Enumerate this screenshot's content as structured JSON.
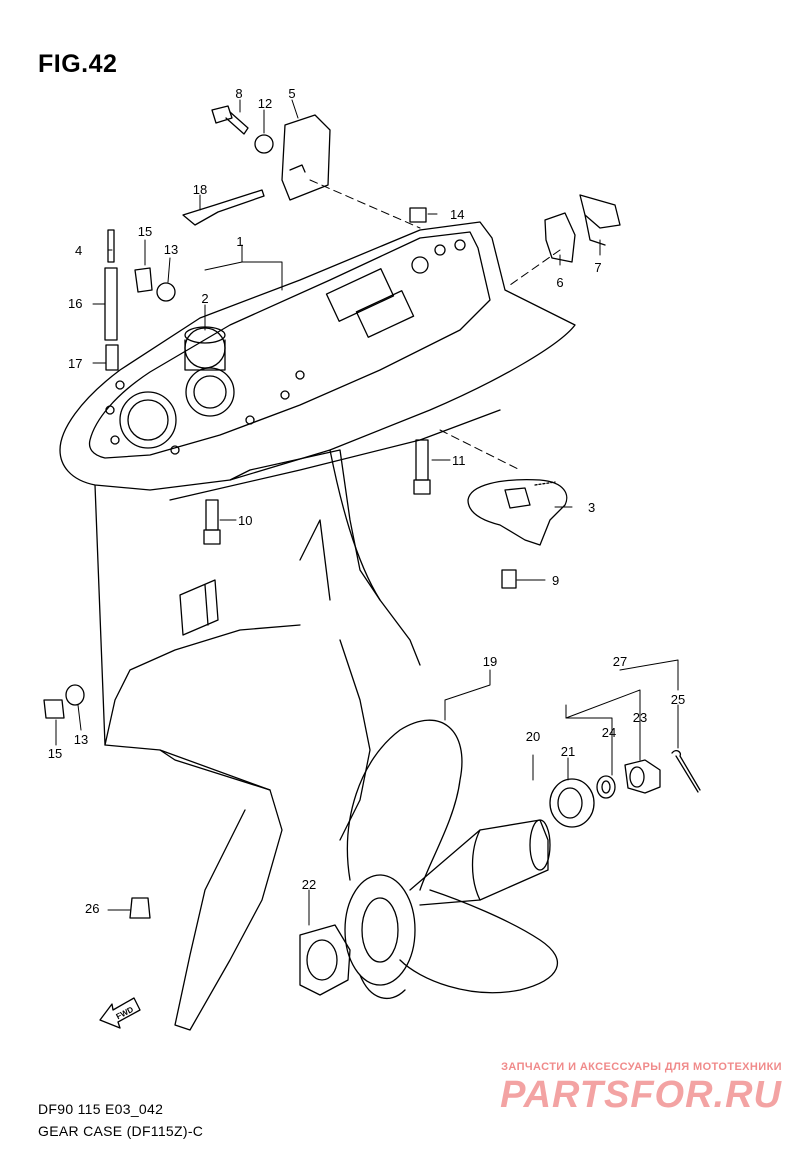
{
  "figure": {
    "title": "FIG.42",
    "code": "DF90 115 E03_042",
    "name": "GEAR CASE (DF115Z)-C"
  },
  "callouts": [
    "1",
    "2",
    "3",
    "4",
    "5",
    "6",
    "7",
    "8",
    "9",
    "10",
    "11",
    "12",
    "13",
    "14",
    "15",
    "16",
    "17",
    "18",
    "19",
    "20",
    "21",
    "22",
    "23",
    "24",
    "25",
    "26",
    "27",
    "15",
    "13"
  ],
  "fwd_marker": "FWD",
  "watermark": {
    "tagline": "ЗАПЧАСТИ И АКСЕССУАРЫ ДЛЯ МОТОТЕХНИКИ",
    "logo": "PARTSFOR.RU"
  },
  "colors": {
    "ink": "#000000",
    "watermark": "#f3a3a3"
  }
}
